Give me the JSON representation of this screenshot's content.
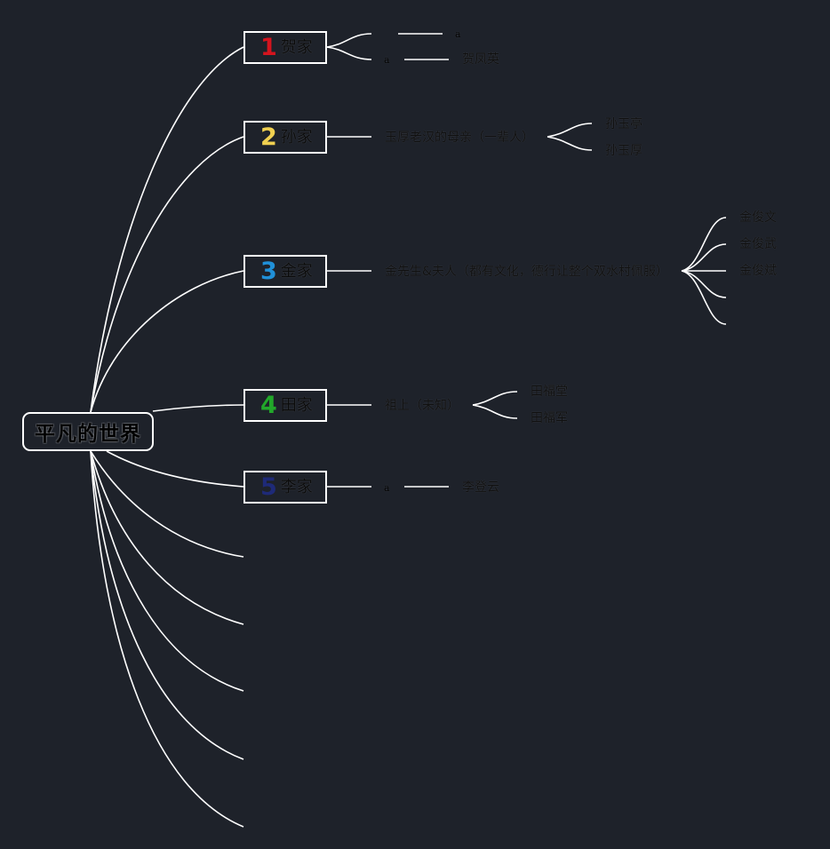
{
  "root": {
    "label": "平凡的世界"
  },
  "colors": {
    "background": "#1e222a",
    "line": "#ffffff",
    "family_1": "#d4141e",
    "family_2": "#f0d050",
    "family_3": "#2090d8",
    "family_4": "#22a82a",
    "family_5": "#1e2a78"
  },
  "families": [
    {
      "number": "1",
      "name": "贺家",
      "children": [
        {
          "label": "a",
          "child": ""
        },
        {
          "label": "a",
          "child": "贺凤英"
        }
      ]
    },
    {
      "number": "2",
      "name": "孙家",
      "parent": "玉厚老汉的母亲（一辈人）",
      "children": [
        "孙玉亭",
        "孙玉厚"
      ]
    },
    {
      "number": "3",
      "name": "金家",
      "parent": "金先生&夫人（都有文化，德行让整个双水村佩服）",
      "children": [
        "金俊文",
        "金俊武",
        "金俊斌",
        "",
        ""
      ]
    },
    {
      "number": "4",
      "name": "田家",
      "parent": "祖上（未知）",
      "children": [
        "田福堂",
        "田福军"
      ]
    },
    {
      "number": "5",
      "name": "李家",
      "parent": "a",
      "children": [
        "李登云"
      ]
    }
  ],
  "empty_branch_count": 5
}
